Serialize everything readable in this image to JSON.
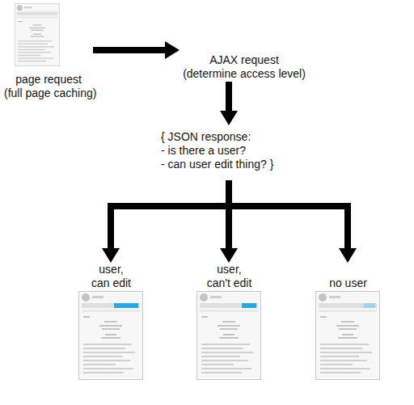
{
  "diagram": {
    "nodes": [
      {
        "text": [
          "page request (full page caching)"
        ]
      },
      {
        "text": [
          "AJAX request (determine access level)"
        ]
      },
      {
        "text": [
          "{ JSON response: - is there a user? - can user edit thing? }"
        ]
      },
      {
        "text": [
          "user, can edit"
        ]
      },
      {
        "text": [
          "user, can't edit"
        ]
      },
      {
        "text": [
          "no user"
        ]
      }
    ],
    "edges": [
      {
        "from": 0,
        "to": 1,
        "arrow": "to"
      },
      {
        "from": 1,
        "to": 2,
        "arrow": "to"
      },
      {
        "from": 2,
        "to": 3,
        "arrow": "to"
      },
      {
        "from": 2,
        "to": 4,
        "arrow": "to"
      },
      {
        "from": 2,
        "to": 5,
        "arrow": "to"
      }
    ]
  }
}
